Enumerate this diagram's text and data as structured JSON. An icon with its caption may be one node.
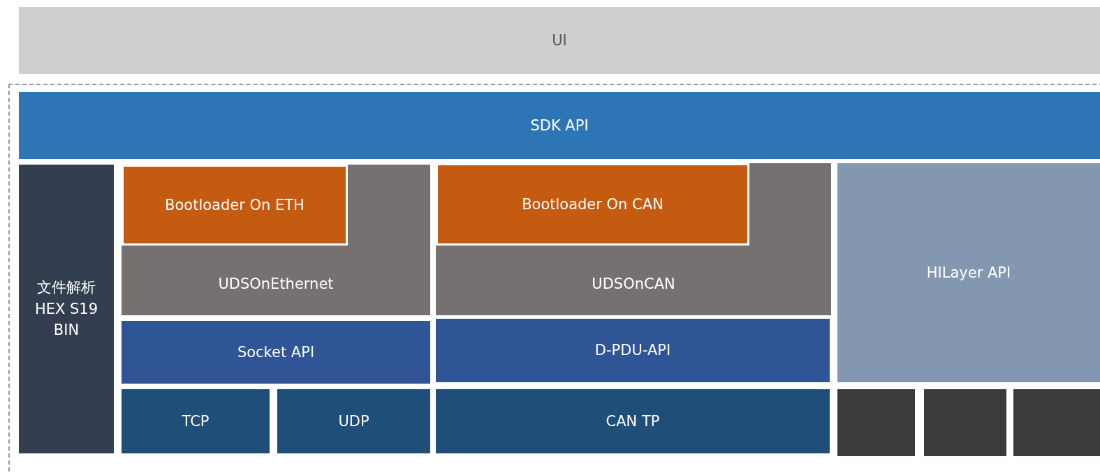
{
  "diagram": {
    "nodes": [
      {
        "text": [
          "UI"
        ]
      },
      {
        "text": [],
        "shape": "box"
      },
      {
        "text": [
          "SDK API"
        ],
        "in": 1
      },
      {
        "text": [
          "文件解析 HEX S19 BIN"
        ],
        "in": 1
      },
      {
        "text": [
          "UDSOnEthernet"
        ],
        "in": 1
      },
      {
        "text": [
          "Bootloader On ETH"
        ],
        "in": 4
      },
      {
        "text": [
          "UDSOnCAN"
        ],
        "in": 1
      },
      {
        "text": [
          "Bootloader On CAN"
        ],
        "in": 6
      },
      {
        "text": [
          "Socket API"
        ],
        "in": 1
      },
      {
        "text": [
          "D-PDU-API"
        ],
        "in": 1
      },
      {
        "text": [
          "TCP"
        ],
        "in": 1
      },
      {
        "text": [
          "UDP"
        ],
        "in": 1
      },
      {
        "text": [
          "CAN TP"
        ],
        "in": 1
      },
      {
        "text": [
          "HILayer API"
        ],
        "in": 1
      },
      {
        "text": [],
        "shape": "box",
        "in": 1
      },
      {
        "text": [],
        "shape": "box",
        "in": 1
      },
      {
        "text": [],
        "shape": "box",
        "in": 1
      }
    ]
  }
}
